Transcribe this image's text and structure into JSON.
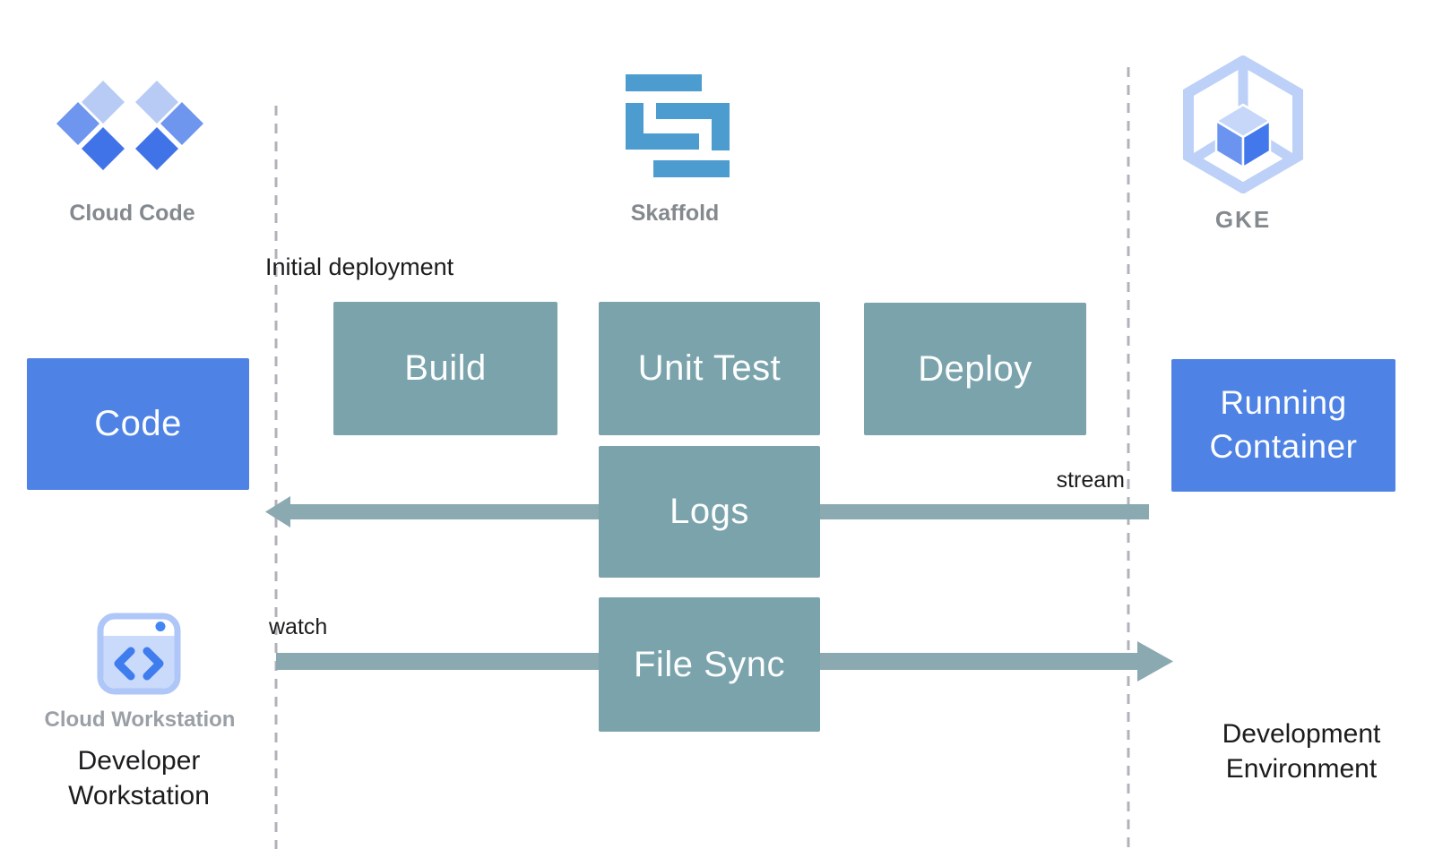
{
  "icons": {
    "cloud_code": {
      "label": "Cloud Code"
    },
    "skaffold": {
      "label": "Skaffold"
    },
    "gke": {
      "label": "GKE"
    },
    "cloud_workstation": {
      "label": "Cloud Workstation"
    }
  },
  "boxes": {
    "code": "Code",
    "build": "Build",
    "unit_test": "Unit Test",
    "deploy": "Deploy",
    "logs": "Logs",
    "file_sync": "File Sync",
    "running_container": "Running Container"
  },
  "annotations": {
    "initial_deployment": "Initial deployment",
    "stream": "stream",
    "watch": "watch"
  },
  "zones": {
    "developer_workstation": "Developer Workstation",
    "development_environment": "Development Environment"
  },
  "colors": {
    "accent_blue": "#4e82e5",
    "teal_box": "#7ba3ac",
    "teal_arrow": "#8aa9b1",
    "skaffold_blue": "#4d9cd0",
    "dash_gray": "#b2b2ba",
    "label_gray": "#84898e",
    "ws_label_gray": "#9aa0a6",
    "text_black": "#1c1c1e",
    "diamond_light": "#b7cbf5",
    "diamond_medium": "#6e96ee",
    "diamond_dark": "#4173e8",
    "gke_hex": "#bdd0f7",
    "gke_cube_top": "#c6d7f9",
    "gke_cube_left": "#6a94f0",
    "gke_cube_right": "#4377ec",
    "ws_border": "#aec6f8",
    "ws_body": "#c9dafb",
    "ws_chevron": "#3f7cee",
    "ws_dot": "#4285f4"
  }
}
